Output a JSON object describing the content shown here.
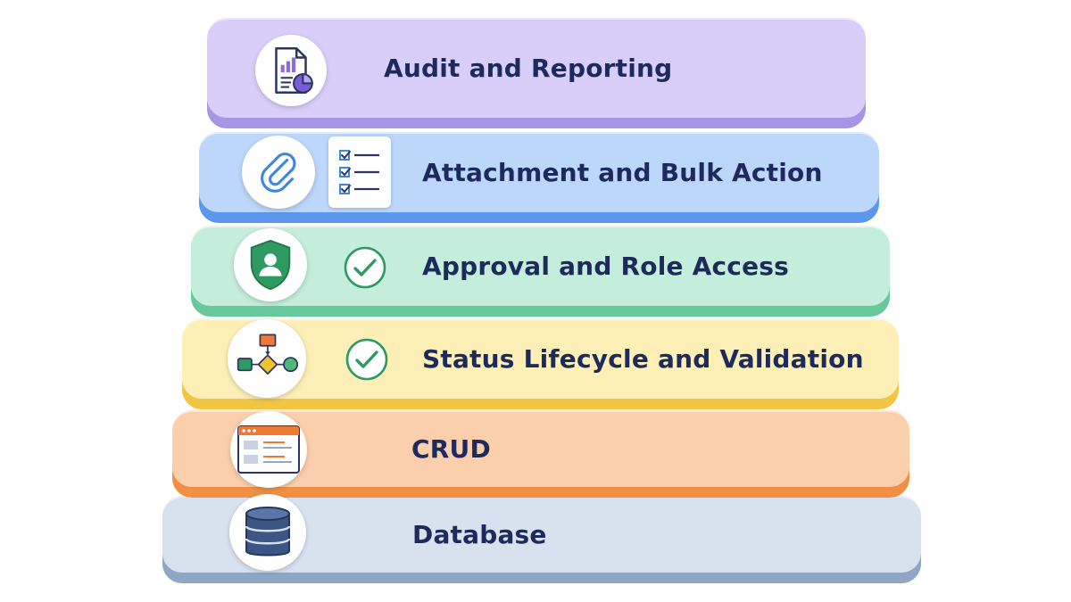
{
  "layers": [
    {
      "label": "Audit and Reporting",
      "face": "#d9cef9",
      "edge": "#a795e6",
      "icon": "report-chart-icon"
    },
    {
      "label": "Attachment and Bulk Action",
      "face": "#bcd7fa",
      "edge": "#5b97ec",
      "icon": "paperclip-icon",
      "side_icon": "checklist-icon"
    },
    {
      "label": "Approval and Role Access",
      "face": "#c4eedb",
      "edge": "#67c99b",
      "icon": "user-shield-icon",
      "side_icon": "check-circle-icon"
    },
    {
      "label": "Status Lifecycle and Validation",
      "face": "#fdefb5",
      "edge": "#f1c645",
      "icon": "flowchart-icon",
      "side_icon": "check-circle-icon"
    },
    {
      "label": "CRUD",
      "face": "#fbcfab",
      "edge": "#f19044",
      "icon": "app-window-icon"
    },
    {
      "label": "Database",
      "face": "#d8e1ee",
      "edge": "#8fa6c6",
      "icon": "database-icon"
    }
  ],
  "colors": {
    "text": "#1d2a5c",
    "purple": "#7b5cd6",
    "blue": "#3f86e0",
    "green": "#2e9a62",
    "orange": "#ec7a34",
    "yellow": "#f2c12e",
    "navy": "#3b5683"
  }
}
